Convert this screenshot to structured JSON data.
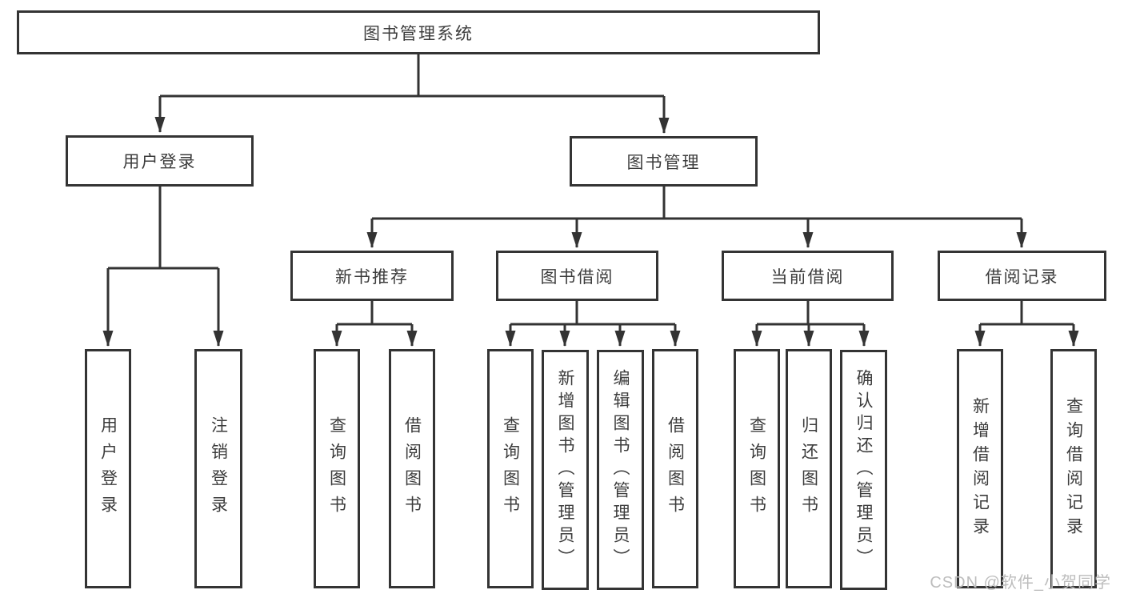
{
  "diagram": {
    "title_note": "functional structure diagram",
    "root": {
      "label": "图书管理系统"
    },
    "branches": [
      {
        "label": "用户登录",
        "children": [
          {
            "label": "用户登录"
          },
          {
            "label": "注销登录"
          }
        ]
      },
      {
        "label": "图书管理",
        "children": [
          {
            "label": "新书推荐",
            "children": [
              {
                "label": "查询图书"
              },
              {
                "label": "借阅图书"
              }
            ]
          },
          {
            "label": "图书借阅",
            "children": [
              {
                "label": "查询图书"
              },
              {
                "label": "新增图书（管理员）"
              },
              {
                "label": "编辑图书（管理员）"
              },
              {
                "label": "借阅图书"
              }
            ]
          },
          {
            "label": "当前借阅",
            "children": [
              {
                "label": "查询图书"
              },
              {
                "label": "归还图书"
              },
              {
                "label": "确认归还（管理员）"
              }
            ]
          },
          {
            "label": "借阅记录",
            "children": [
              {
                "label": "新增借阅记录"
              },
              {
                "label": "查询借阅记录"
              }
            ]
          }
        ]
      }
    ],
    "colors": {
      "line": "#333333",
      "box_border": "#343434",
      "text": "#3c3c3c",
      "background": "#ffffff"
    }
  },
  "watermark": {
    "text": "CSDN @软件_小贺同学",
    "color": "#bdbdbd"
  }
}
